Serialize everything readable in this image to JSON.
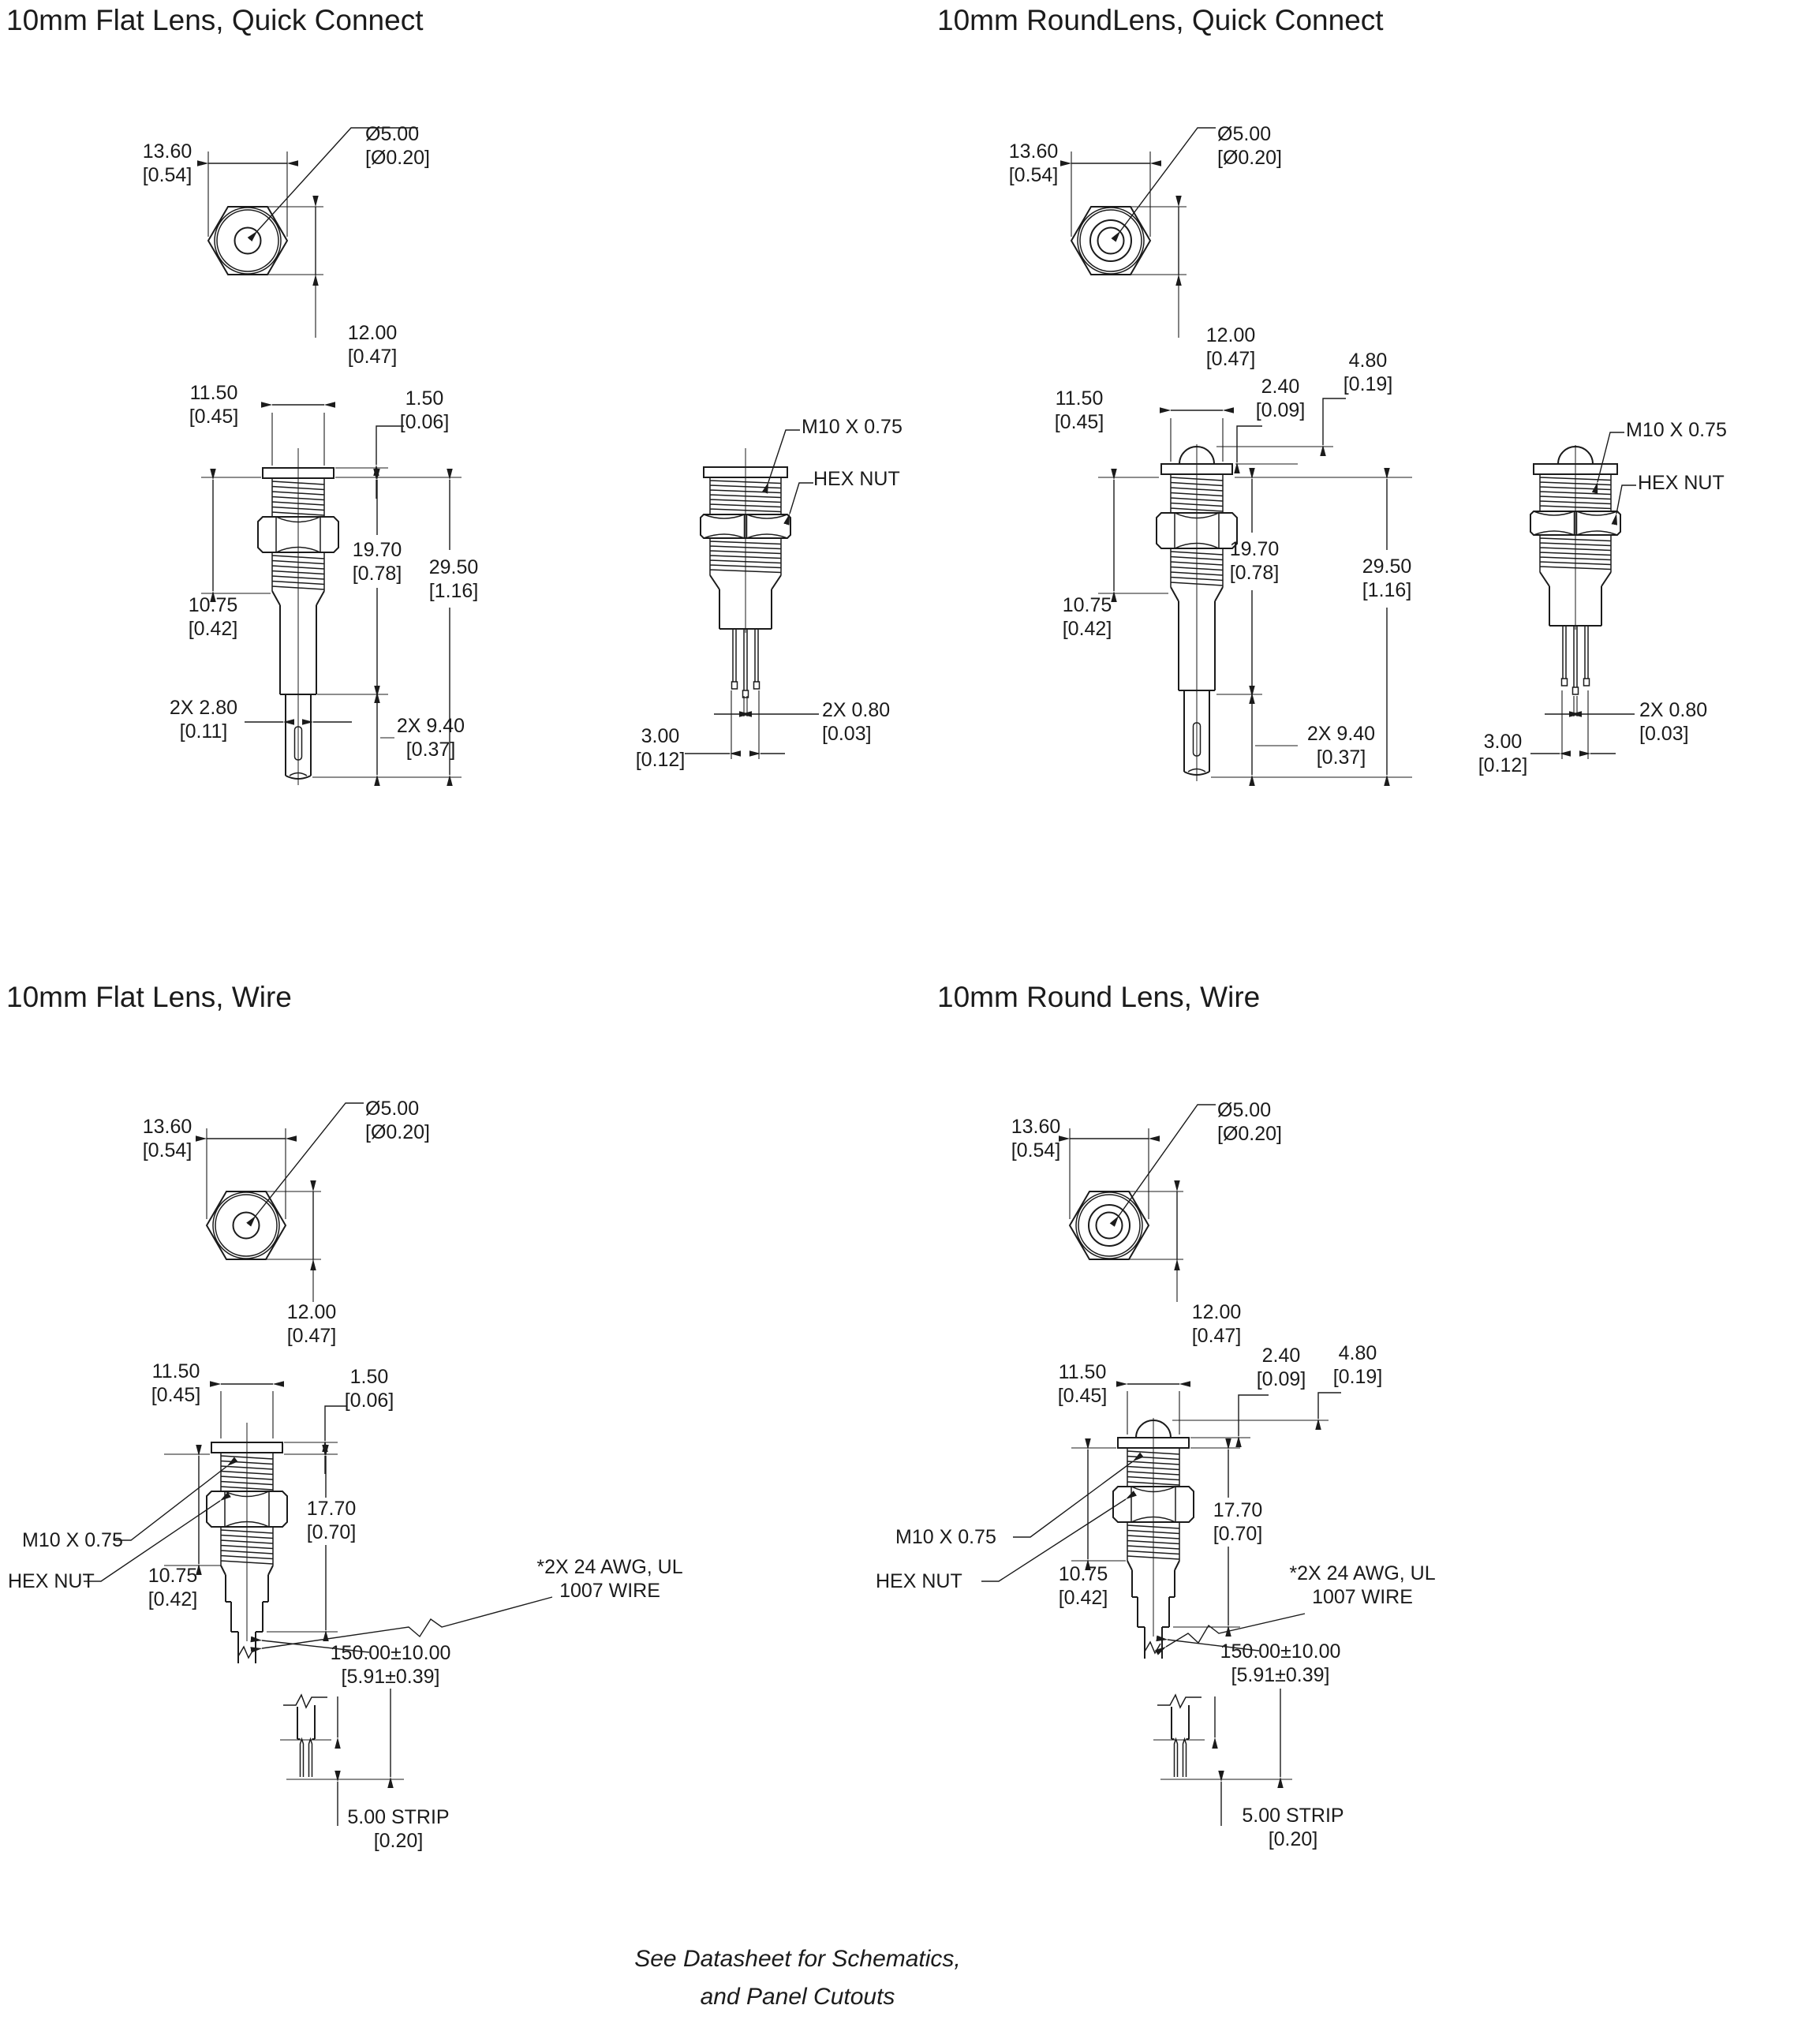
{
  "quadrants": [
    {
      "id": "flat-lens-quick-connect",
      "title": "10mm Flat Lens, Quick Connect",
      "dims": {
        "hex_width": "13.60\n[0.54]",
        "lens_dia": "Ø5.00\n[Ø0.20]",
        "hex_height": "12.00\n[0.47]",
        "body_width": "11.50\n[0.45]",
        "flange_thk": "1.50\n[0.06]",
        "thread_len": "19.70\n[0.78]",
        "total_len": "29.50\n[1.16]",
        "upper_len": "10.75\n[0.42]",
        "tab_width": "2X 2.80\n[0.11]",
        "qc_len": "2X 9.40\n[0.37]",
        "thread_spec": "M10 X 0.75",
        "hex_nut": "HEX NUT",
        "pin_thk": "2X 0.80\n[0.03]",
        "pin_span": "3.00\n[0.12]"
      }
    },
    {
      "id": "round-lens-quick-connect",
      "title": "10mm RoundLens, Quick Connect",
      "dims": {
        "hex_width": "13.60\n[0.54]",
        "lens_dia": "Ø5.00\n[Ø0.20]",
        "hex_height": "12.00\n[0.47]",
        "dome_h1": "2.40\n[0.09]",
        "dome_h2": "4.80\n[0.19]",
        "body_width": "11.50\n[0.45]",
        "thread_len": "19.70\n[0.78]",
        "total_len": "29.50\n[1.16]",
        "upper_len": "10.75\n[0.42]",
        "qc_len": "2X 9.40\n[0.37]",
        "thread_spec": "M10 X 0.75",
        "hex_nut": "HEX NUT",
        "pin_thk": "2X 0.80\n[0.03]",
        "pin_span": "3.00\n[0.12]"
      }
    },
    {
      "id": "flat-lens-wire",
      "title": "10mm Flat Lens, Wire",
      "dims": {
        "hex_width": "13.60\n[0.54]",
        "lens_dia": "Ø5.00\n[Ø0.20]",
        "hex_height": "12.00\n[0.47]",
        "body_width": "11.50\n[0.45]",
        "flange_thk": "1.50\n[0.06]",
        "thread_len": "17.70\n[0.70]",
        "upper_len": "10.75\n[0.42]",
        "thread_spec": "M10 X 0.75",
        "hex_nut": "HEX NUT",
        "wire_spec": "*2X 24 AWG, UL\n1007 WIRE",
        "wire_len": "150.00±10.00\n[5.91±0.39]",
        "strip": "5.00 STRIP\n[0.20]"
      }
    },
    {
      "id": "round-lens-wire",
      "title": "10mm Round Lens, Wire",
      "dims": {
        "hex_width": "13.60\n[0.54]",
        "lens_dia": "Ø5.00\n[Ø0.20]",
        "hex_height": "12.00\n[0.47]",
        "dome_h1": "2.40\n[0.09]",
        "dome_h2": "4.80\n[0.19]",
        "body_width": "11.50\n[0.45]",
        "thread_len": "17.70\n[0.70]",
        "upper_len": "10.75\n[0.42]",
        "thread_spec": "M10 X 0.75",
        "hex_nut": "HEX NUT",
        "wire_spec": "*2X 24 AWG, UL\n1007 WIRE",
        "wire_len": "150.00±10.00\n[5.91±0.39]",
        "strip": "5.00 STRIP\n[0.20]"
      }
    }
  ],
  "footer": "See Datasheet for Schematics,\nand Panel Cutouts"
}
